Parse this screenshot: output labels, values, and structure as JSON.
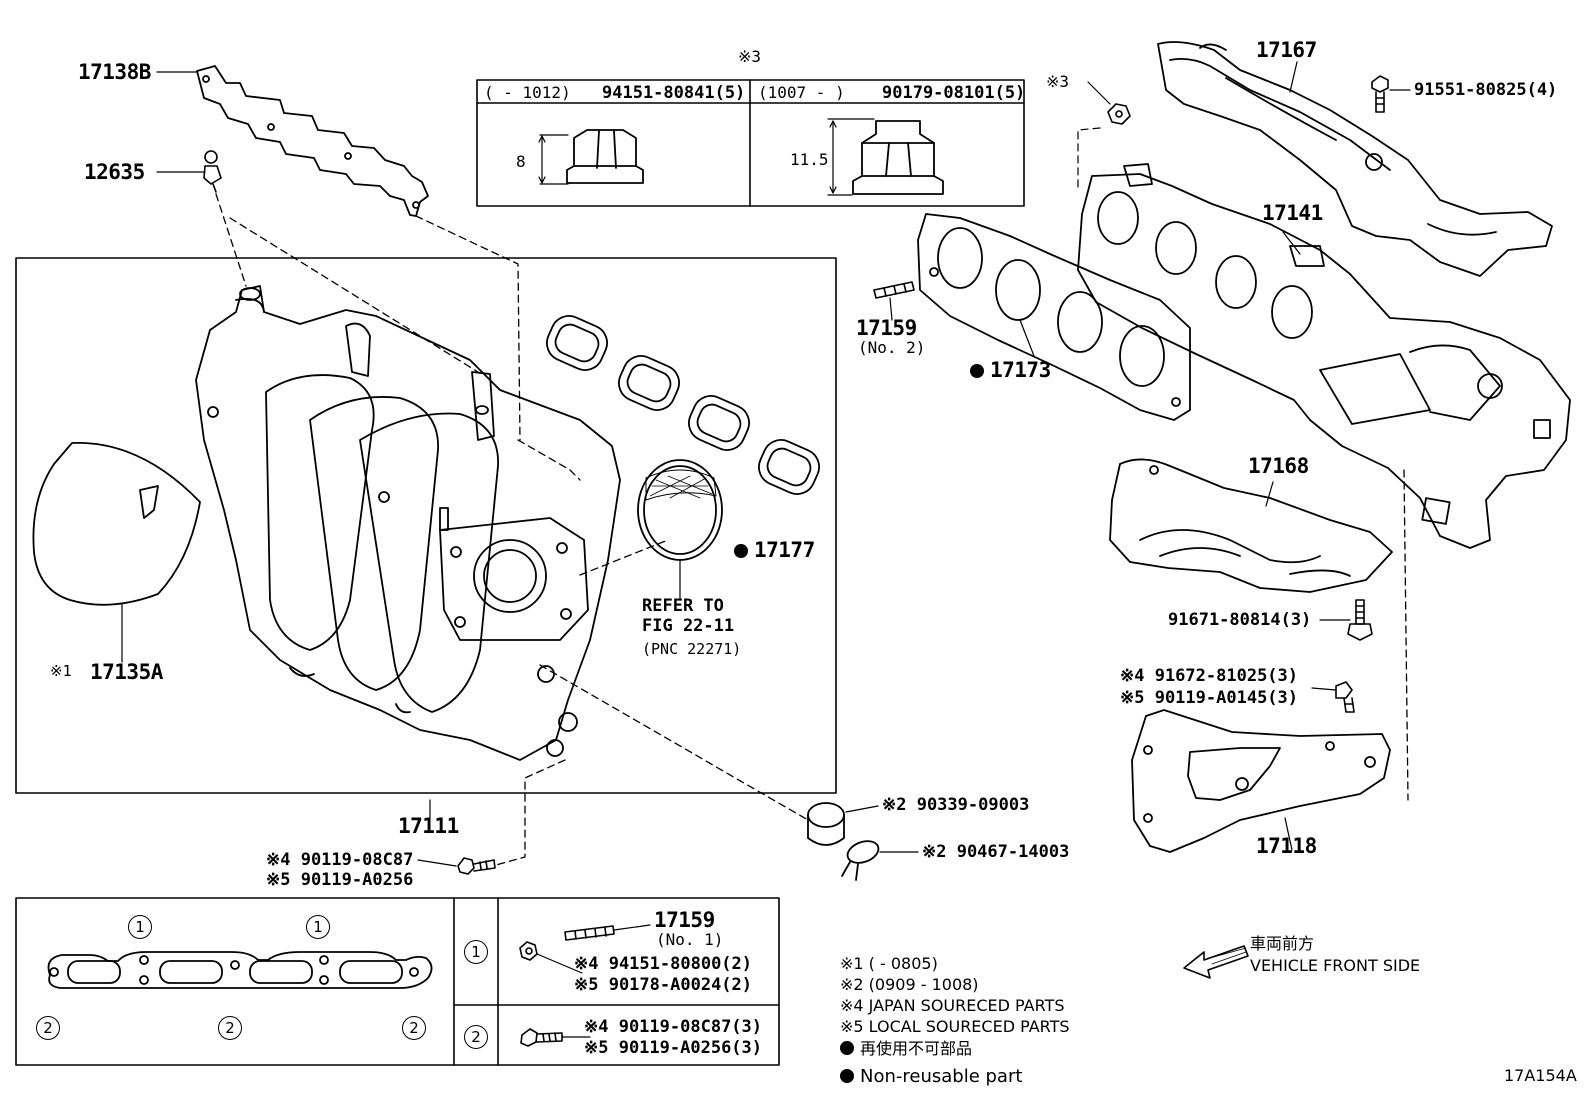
{
  "labels": {
    "p17138B": "17138B",
    "p12635": "12635",
    "p17135A": "17135A",
    "mark1_17135A": "※1",
    "p17111": "17111",
    "p17177": "17177",
    "refer1": "REFER TO",
    "refer2": "FIG 22-11",
    "refer3": "(PNC 22271)",
    "mark3_top": "※3",
    "mark3_nut": "※3",
    "p17167": "17167",
    "p91551": "91551-80825(4)",
    "p17141": "17141",
    "p17159": "17159",
    "p17159_no": "(No. 2)",
    "p17173": "17173",
    "p17168": "17168",
    "p91671": "91671-80814(3)",
    "p91672": "※4 91672-81025(3)",
    "p90119_a0145": "※5 90119-A0145(3)",
    "p17118": "17118",
    "p90339": "※2  90339-09003",
    "p90467": "※2  90467-14003",
    "p90119_08c87": "※4  90119-08C87",
    "p90119_a0256": "※5  90119-A0256",
    "diagram_id": "17A154A"
  },
  "nut_table": {
    "left_header_range": "(      - 1012)",
    "left_header_part": "94151-80841(5)",
    "right_header_range": "(1007 -      )",
    "right_header_part": "90179-08101(5)",
    "left_dim": "8",
    "right_dim": "11.5"
  },
  "gasket_table": {
    "circle1": "1",
    "circle2": "2",
    "row1_part": "17159",
    "row1_no": "(No. 1)",
    "row1_a": "※4 94151-80800(2)",
    "row1_b": "※5 90178-A0024(2)",
    "row2_a": "※4  90119-08C87(3)",
    "row2_b": "※5  90119-A0256(3)"
  },
  "notes": {
    "n1": "※1 (      - 0805)",
    "n2": "※2 (0909 - 1008)",
    "n4": "※4 JAPAN SOUREСED PARTS",
    "n5": "※5 LOCAL SOURECED PARTS",
    "jp": "再使用不可部品",
    "nonreuse": "Non-reusable part"
  },
  "front": {
    "jp": "車両前方",
    "en": "VEHICLE FRONT SIDE"
  }
}
